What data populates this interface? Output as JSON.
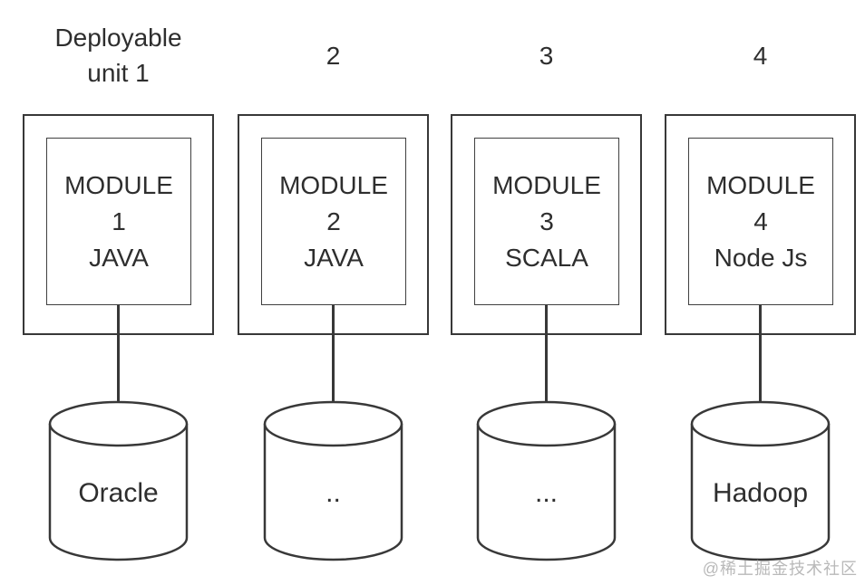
{
  "units": [
    {
      "header": "Deployable unit 1",
      "module": {
        "title": "MODULE",
        "number": "1",
        "tech": "JAVA"
      },
      "database": "Oracle"
    },
    {
      "header": "2",
      "module": {
        "title": "MODULE",
        "number": "2",
        "tech": "JAVA"
      },
      "database": ".."
    },
    {
      "header": "3",
      "module": {
        "title": "MODULE",
        "number": "3",
        "tech": "SCALA"
      },
      "database": "..."
    },
    {
      "header": "4",
      "module": {
        "title": "MODULE",
        "number": "4",
        "tech": "Node Js"
      },
      "database": "Hadoop"
    }
  ],
  "watermark": "@稀土掘金技术社区",
  "colors": {
    "line": "#383838",
    "text": "#2e2e2e",
    "watermark": "#b9b9b9",
    "background": "#ffffff"
  }
}
